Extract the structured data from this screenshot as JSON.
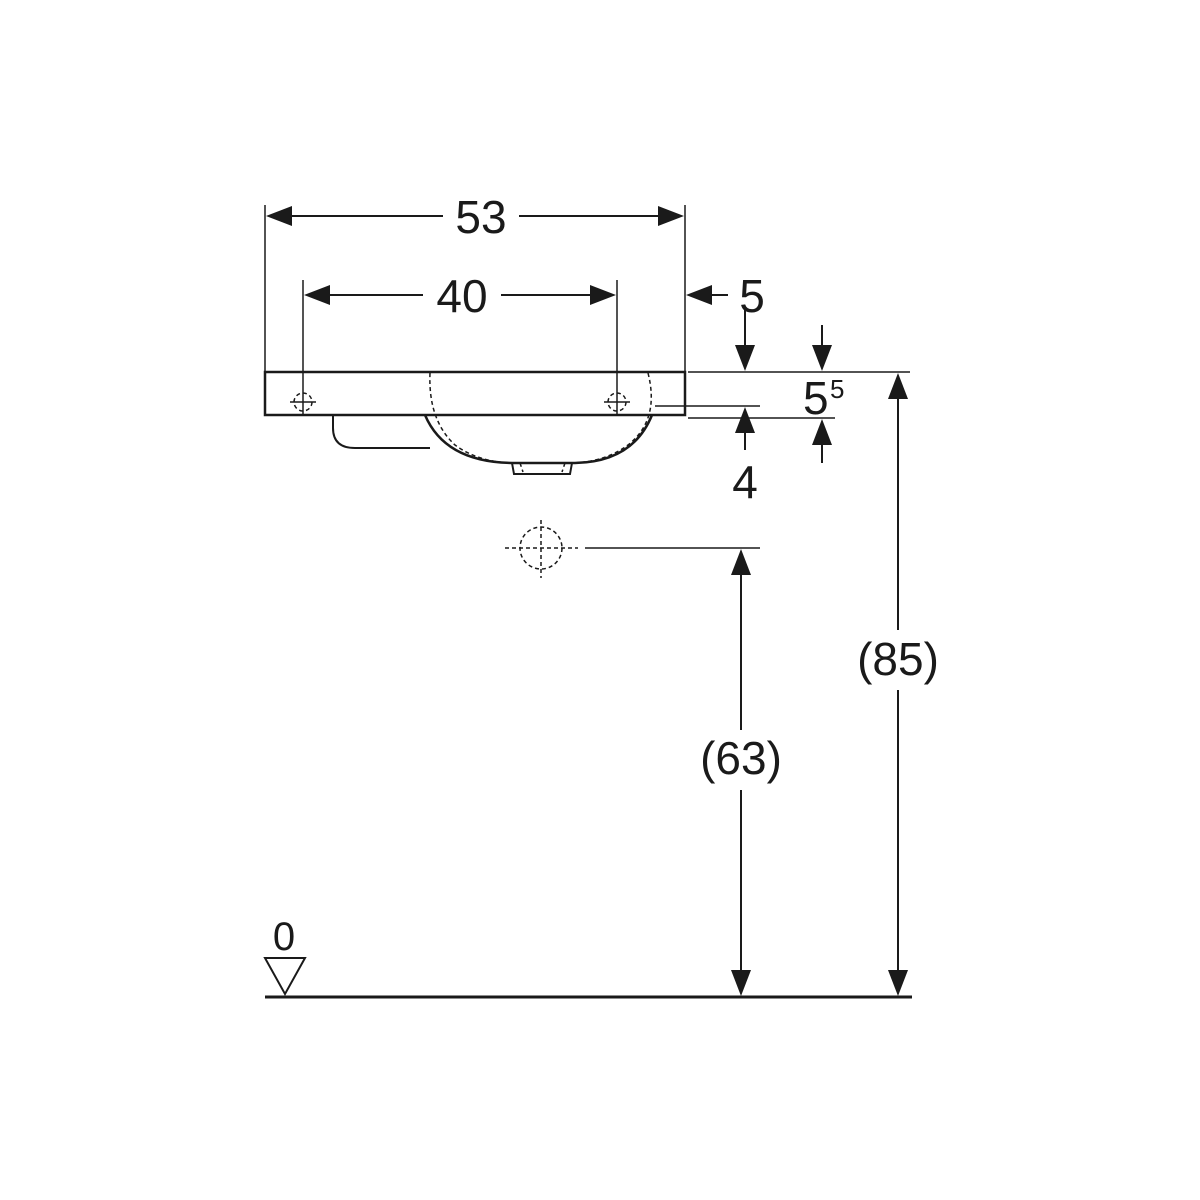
{
  "dimensions": {
    "overall_width": "53",
    "tap_hole_spacing": "40",
    "edge_offset": "5",
    "rim_thickness_base": "5",
    "rim_thickness_sup": "5",
    "lower_offset": "4",
    "drain_height": "(63)",
    "rim_height": "(85)",
    "floor_level": "0"
  }
}
